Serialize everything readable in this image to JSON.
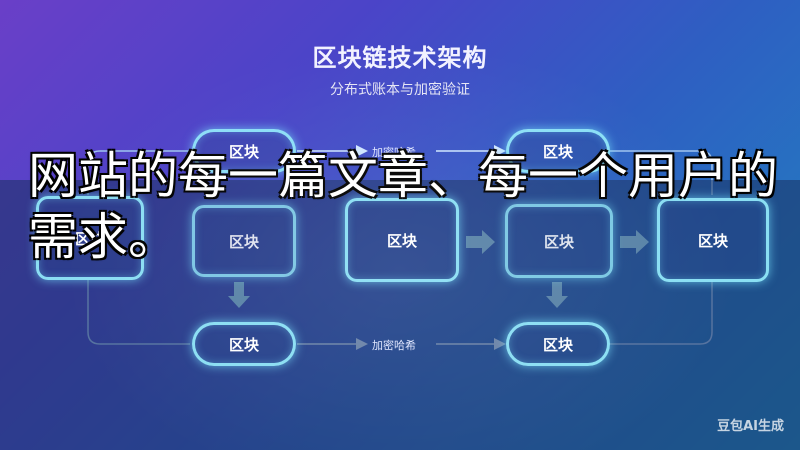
{
  "title": "区块链技术架构",
  "subtitle": "分布式账本与加密验证",
  "block_label": "区块",
  "hash_label": "加密哈希",
  "overlay_text": "网站的每一篇文章、每一个用户的需求。",
  "watermark": "豆包AI生成",
  "colors": {
    "gradient_start": "#6a3fc8",
    "gradient_end": "#1f86c0",
    "glow": "#96f0ff"
  }
}
